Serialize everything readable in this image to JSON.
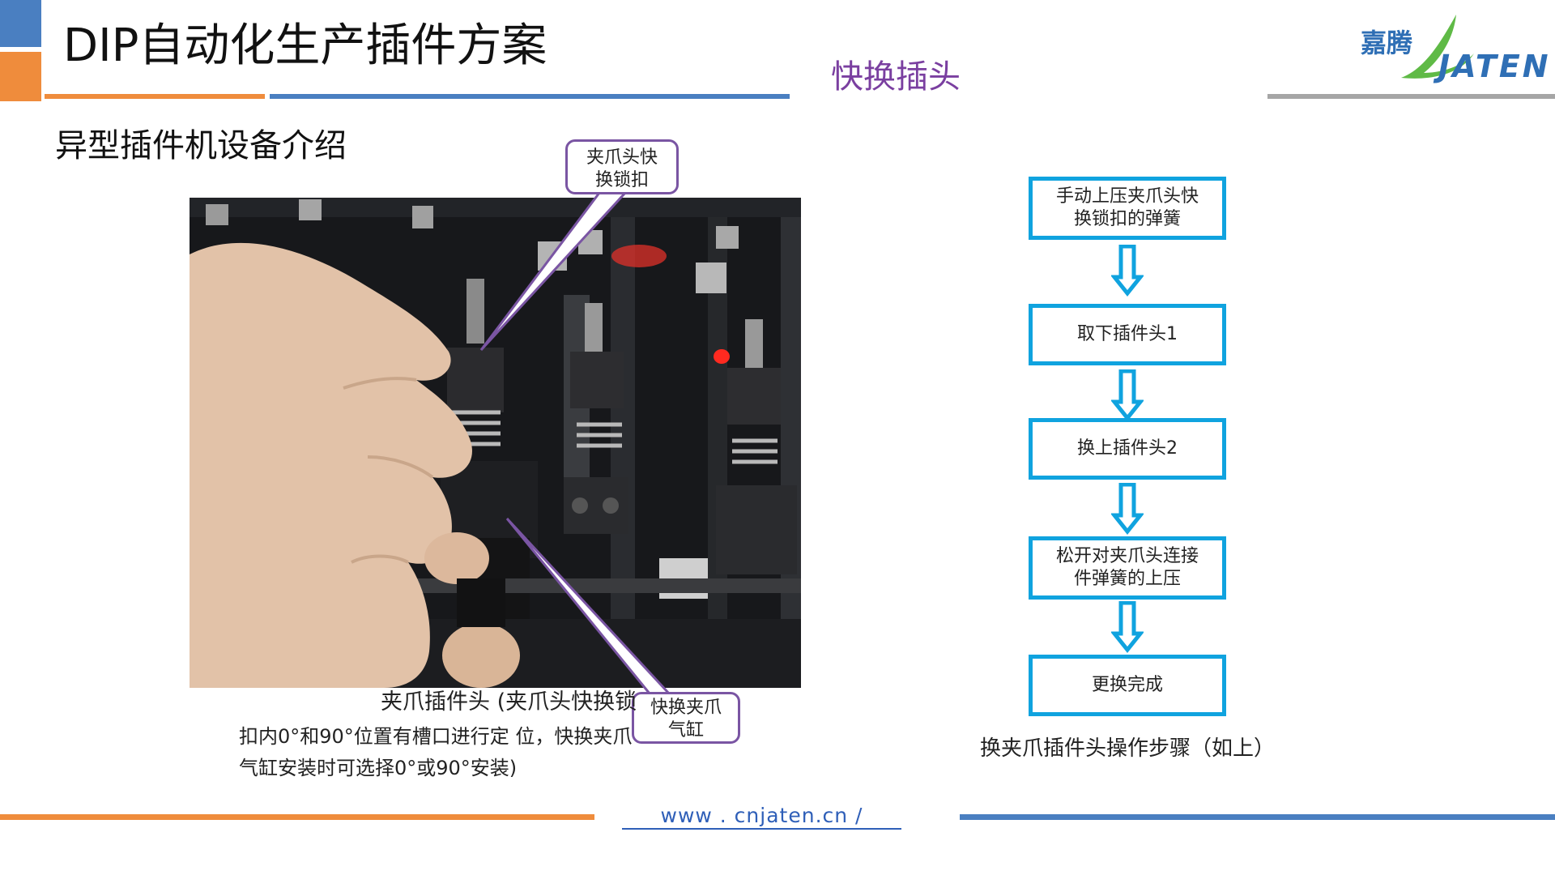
{
  "header": {
    "title": "DIP自动化生产插件方案",
    "subtitle": "快换插头",
    "logo_cn": "嘉腾",
    "logo_en": "JATEN"
  },
  "section": {
    "title": "异型插件机设备介绍"
  },
  "photo": {
    "callout_top": [
      "夹爪头快",
      "换锁扣"
    ],
    "callout_bottom": [
      "快换夹爪",
      "气缸"
    ]
  },
  "caption": {
    "line1": "夹爪插件头 (夹爪头快换锁",
    "line2": "扣内0°和90°位置有槽口进行定 位，快换夹爪",
    "line3": "气缸安装时可选择0°或90°安装)"
  },
  "flow": {
    "steps": [
      [
        "手动上压夹爪头快",
        "换锁扣的弹簧"
      ],
      [
        "取下插件头1"
      ],
      [
        "换上插件头2"
      ],
      [
        "松开对夹爪头连接",
        "件弹簧的上压"
      ],
      [
        "更换完成"
      ]
    ],
    "caption": "换夹爪插件头操作步骤（如上）"
  },
  "footer": {
    "url": "www . cnjaten.cn    /"
  },
  "colors": {
    "accent_blue": "#4a7fc1",
    "accent_orange": "#ef8c3c",
    "flow_border": "#10a3df",
    "callout_border": "#7a55a3",
    "subtitle": "#7a3fa0"
  }
}
